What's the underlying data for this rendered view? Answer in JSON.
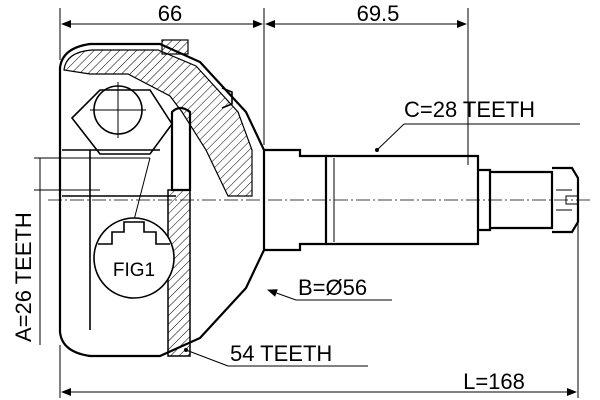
{
  "dimensions": {
    "top_left": "66",
    "top_right": "69.5",
    "length": "L=168",
    "left_side": "A=26 TEETH"
  },
  "callouts": {
    "c_teeth": "C=28 TEETH",
    "b_diameter": "B=Ø56",
    "abs_teeth": "54 TEETH"
  },
  "figure_ref": "FIG1"
}
